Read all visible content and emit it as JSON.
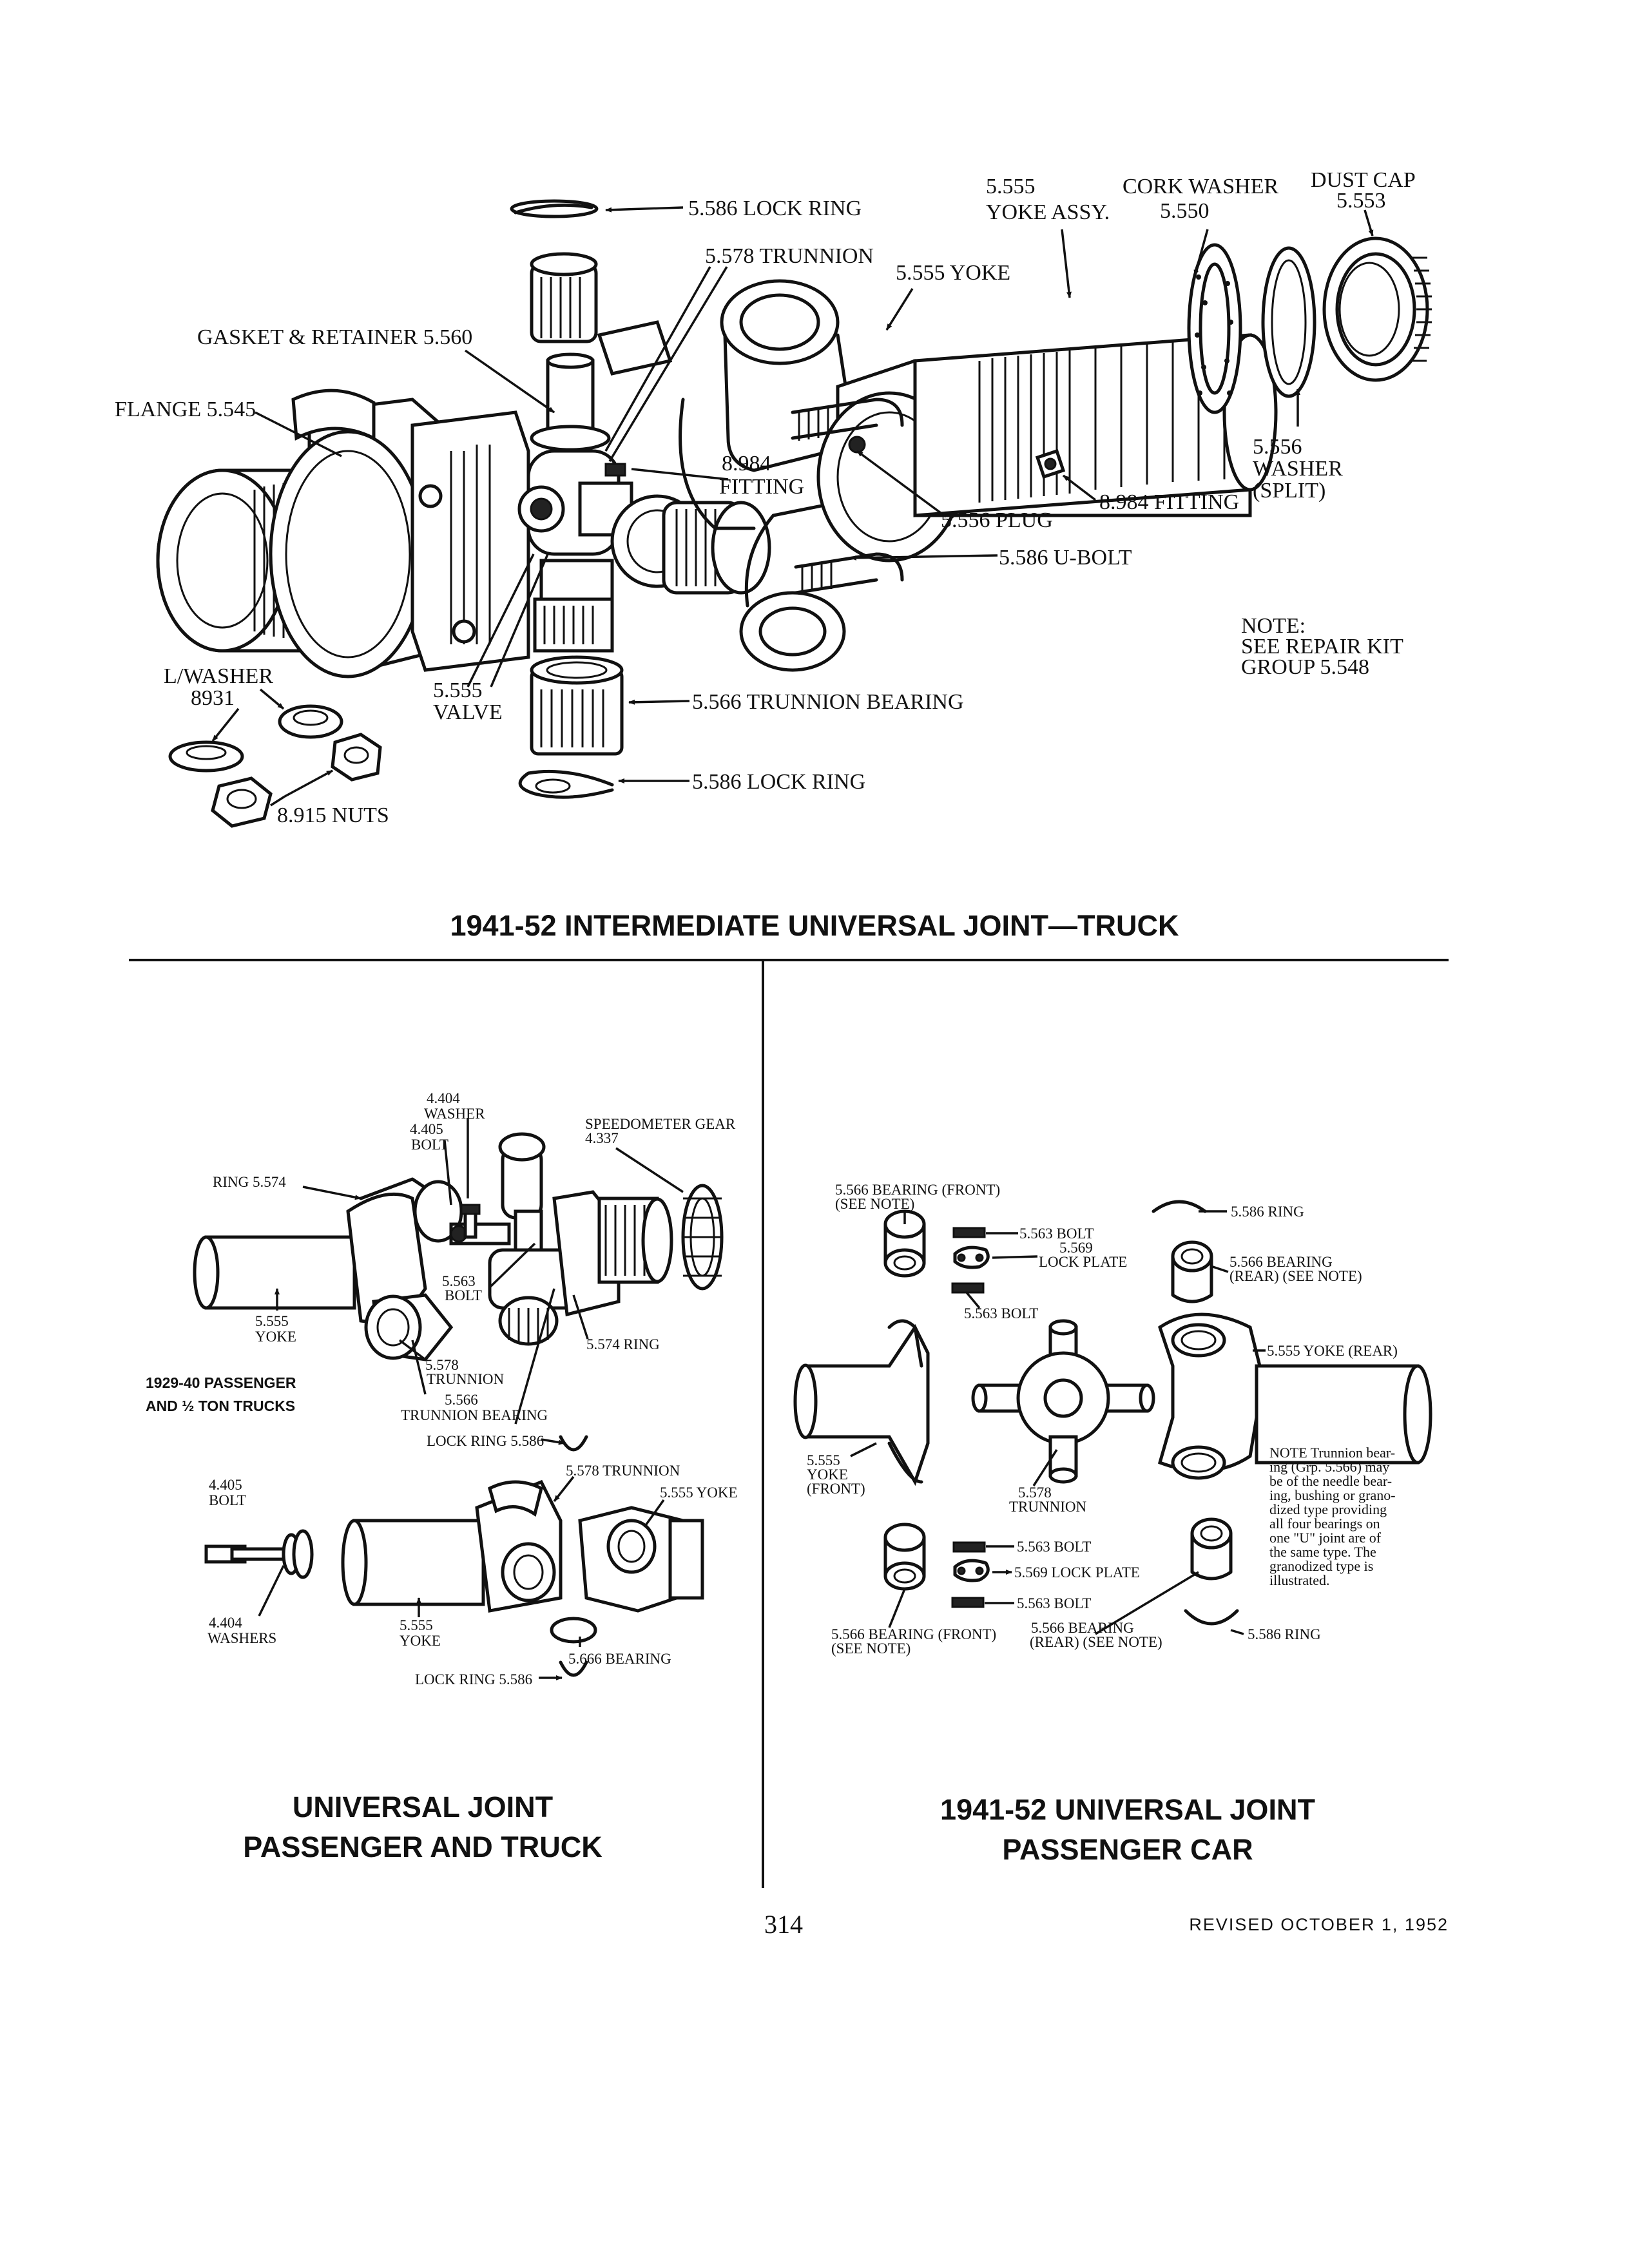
{
  "top_diagram": {
    "caption": "1941-52 INTERMEDIATE UNIVERSAL JOINT—TRUCK",
    "callouts": {
      "lock_ring_top": "5.586 LOCK RING",
      "yoke_assy_num": "5.555",
      "yoke_assy": "YOKE ASSY.",
      "cork_washer": "CORK WASHER",
      "cork_washer_num": "5.550",
      "dust_cap": "DUST CAP",
      "dust_cap_num": "5.553",
      "trunnion": "5.578 TRUNNION",
      "yoke": "5.555 YOKE",
      "gasket": "GASKET & RETAINER 5.560",
      "flange": "FLANGE 5.545",
      "fitting_num": "8.984",
      "fitting": "FITTING",
      "washer_split_num": "5.556",
      "washer_split_1": "WASHER",
      "washer_split_2": "(SPLIT)",
      "fitting_right": "8.984 FITTING",
      "plug": "5.556 PLUG",
      "ubolt": "5.586 U-BOLT",
      "note_1": "NOTE:",
      "note_2": "SEE REPAIR KIT",
      "note_3": "GROUP 5.548",
      "lwasher_1": "L/WASHER",
      "lwasher_2": "8931",
      "valve_num": "5.555",
      "valve": "VALVE",
      "trunnion_bearing": "5.566 TRUNNION BEARING",
      "lock_ring_bottom": "5.586 LOCK RING",
      "nuts": "8.915 NUTS"
    }
  },
  "left_diagram": {
    "caption_line1": "UNIVERSAL JOINT",
    "caption_line2": "PASSENGER AND TRUCK",
    "side_label_1": "1929-40 PASSENGER",
    "side_label_2": "AND ½ TON TRUCKS",
    "callouts": {
      "washer_num": "4.404",
      "washer": "WASHER",
      "bolt_num": "4.405",
      "bolt": "BOLT",
      "speedo": "SPEEDOMETER GEAR",
      "speedo_num": "4.337",
      "ring": "RING 5.574",
      "yoke_num": "5.555",
      "yoke": "YOKE",
      "bolt2_num": "5.563",
      "bolt2": "BOLT",
      "ring2": "5.574 RING",
      "trunnion_num": "5.578",
      "trunnion": "TRUNNION",
      "trunnion_bearing_num": "5.566",
      "trunnion_bearing": "TRUNNION BEARING",
      "lock_ring_top": "LOCK RING 5.586",
      "bolt3_num": "4.405",
      "bolt3": "BOLT",
      "trunnion2": "5.578 TRUNNION",
      "yoke2": "5.555 YOKE",
      "washers_num": "4.404",
      "washers": "WASHERS",
      "yoke3_num": "5.555",
      "yoke3": "YOKE",
      "bearing": "5.666 BEARING",
      "lock_ring_bottom": "LOCK RING 5.586"
    }
  },
  "right_diagram": {
    "caption_line1": "1941-52 UNIVERSAL JOINT",
    "caption_line2": "PASSENGER CAR",
    "callouts": {
      "bearing_front": "5.566 BEARING (FRONT)",
      "see_note": "(SEE NOTE)",
      "bolt_a": "5.563 BOLT",
      "lock_plate_num": "5.569",
      "lock_plate": "LOCK PLATE",
      "bolt_b": "5.563 BOLT",
      "ring": "5.586 RING",
      "bearing_rear": "5.566 BEARING",
      "bearing_rear_note": "(REAR) (SEE NOTE)",
      "yoke_rear": "5.555 YOKE (REAR)",
      "yoke_front_num": "5.555",
      "yoke_front": "YOKE",
      "yoke_front_paren": "(FRONT)",
      "trunnion_num": "5.578",
      "trunnion": "TRUNNION",
      "bolt_c": "5.563 BOLT",
      "lock_plate2": "5.569 LOCK PLATE",
      "bolt_d": "5.563 BOLT",
      "bearing_front2": "5.566 BEARING (FRONT)",
      "see_note2": "(SEE NOTE)",
      "bearing_rear2": "5.566 BEARING",
      "bearing_rear2_note": "(REAR) (SEE NOTE)",
      "ring2": "5.586 RING"
    },
    "note_lines": [
      "NOTE Trunnion bear-",
      "ing (Grp. 5.566) may",
      "be of the needle bear-",
      "ing, bushing or grano-",
      "dized type providing",
      "all four bearings on",
      "one \"U\" joint are of",
      "the same type. The",
      "granodized type is",
      "illustrated."
    ]
  },
  "footer": {
    "page_number": "314",
    "revised": "REVISED OCTOBER 1, 1952"
  }
}
